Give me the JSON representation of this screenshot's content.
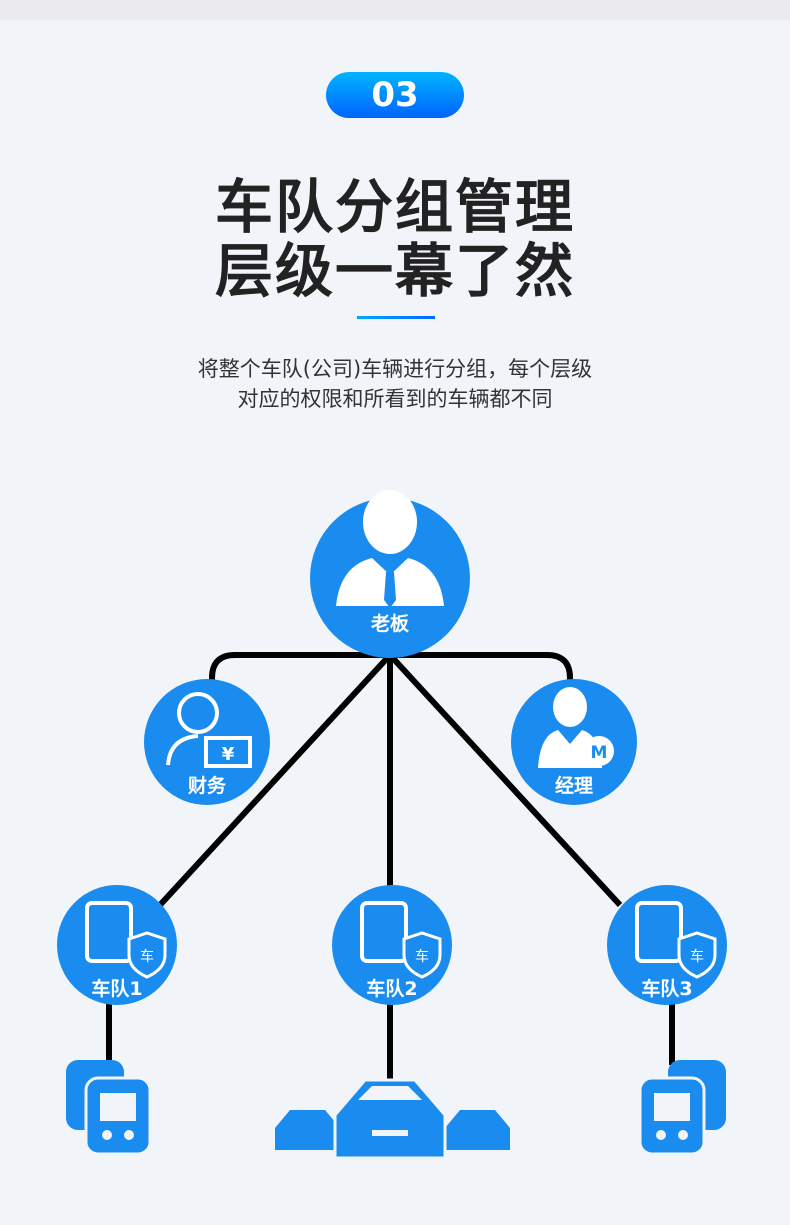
{
  "badge": "03",
  "title": {
    "line1": "车队分组管理",
    "line2": "层级一幕了然"
  },
  "subtitle": {
    "line1": "将整个车队(公司)车辆进行分组，每个层级",
    "line2": "对应的权限和所看到的车辆都不同"
  },
  "nodes": {
    "boss": "老板",
    "finance": "财务",
    "manager": "经理",
    "fleet1": "车队1",
    "fleet2": "车队2",
    "fleet3": "车队3",
    "shield_char": "车",
    "yen": "¥",
    "m": "M"
  },
  "colors": {
    "primary": "#1a8cf0",
    "line": "#000000"
  }
}
